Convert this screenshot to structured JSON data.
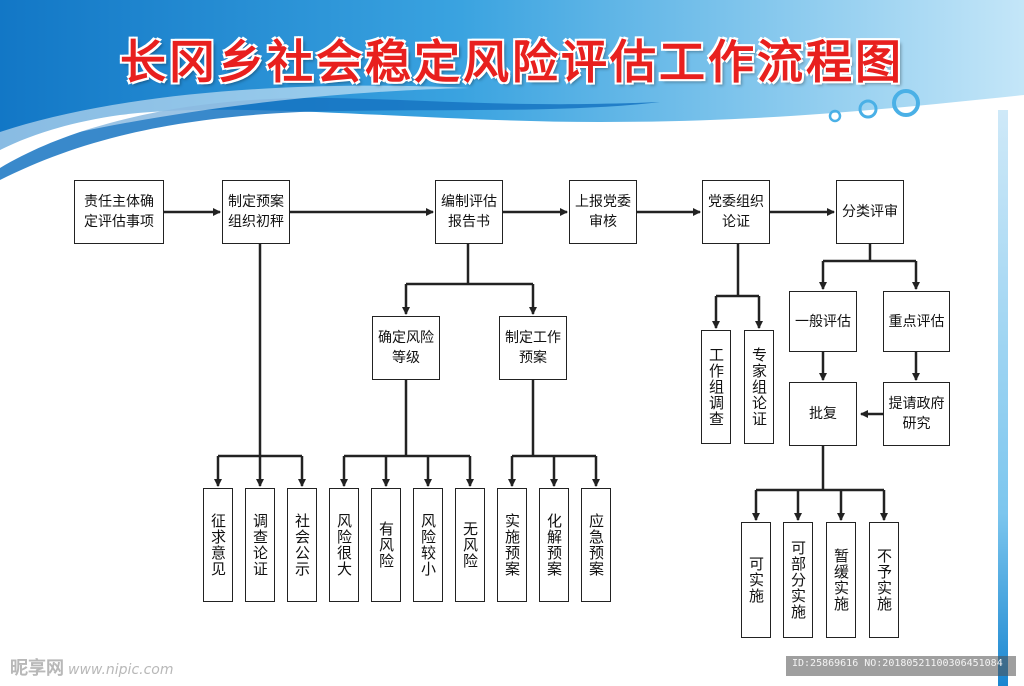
{
  "title": "长冈乡社会稳定风险评估工作流程图",
  "colors": {
    "title": "#e8201e",
    "banner_light": "#c9e8f8",
    "banner_mid": "#4ab0e6",
    "banner_dark": "#1374c4",
    "line": "#222222"
  },
  "nodes": {
    "confirm_matters": "责任主体确定评估事项",
    "draft_plan": "制定预案组织初秤",
    "compile_report": "编制评估报告书",
    "report_party": "上报党委审核",
    "party_demonstration": "党委组织论证",
    "classify_review": "分类评审",
    "risk_level": "确定风险等级",
    "work_plan": "制定工作预案",
    "solicit_opinions": "征求意见",
    "survey_demonstration": "调查论证",
    "public_notice": "社会公示",
    "high_risk": "风险很大",
    "has_risk": "有风险",
    "low_risk": "风险较小",
    "no_risk": "无风险",
    "implementation_plan": "实施预案",
    "resolution_plan": "化解预案",
    "emergency_plan": "应急预案",
    "work_group_survey": "工作组调查",
    "expert_demonstration": "专家组论证",
    "general_assessment": "一般评估",
    "key_assessment": "重点评估",
    "approval": "批复",
    "government_study": "提请政府研究",
    "can_implement": "可实施",
    "partial_implement": "可部分实施",
    "suspend": "暂缓实施",
    "not_implement": "不予实施"
  },
  "watermark": {
    "brand": "昵享网",
    "url": "www.nipic.com",
    "id_text": "ID:25869616 NO:20180521100306451084"
  }
}
